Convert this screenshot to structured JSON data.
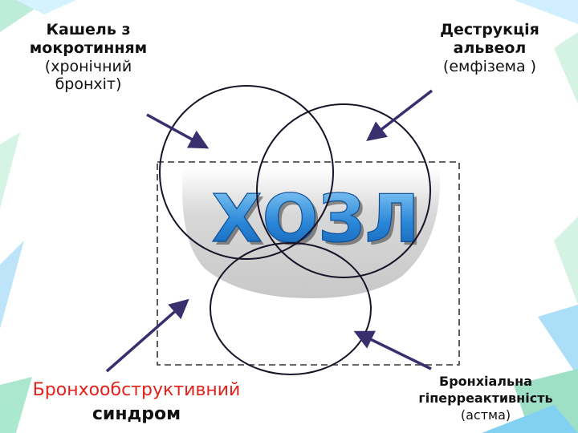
{
  "center_title": "ХОЗЛ",
  "labels": {
    "top_left": {
      "line1": "Кашель з",
      "line2": "мокротинням",
      "line3": "(хронічний",
      "line4": "бронхіт)"
    },
    "top_right": {
      "line1": "Деструкція",
      "line2": "альвеол",
      "line3": "(емфізема )"
    },
    "bottom_left": {
      "line1": "Бронхообструктивний",
      "line2": "синдром"
    },
    "bottom_right": {
      "line1": "Бронхіальна",
      "line2": "гіперреактивність",
      "line3": "(астма)"
    }
  },
  "colors": {
    "title_fill": "#1e73c8",
    "title_highlight": "#7fc3f2",
    "arrow": "#3a2f6e",
    "bottom_left_text": "#e2221c",
    "gray_dome": "#d0d0d0",
    "decor_green": "#7ed6b5",
    "decor_blue": "#6ec6f0"
  }
}
